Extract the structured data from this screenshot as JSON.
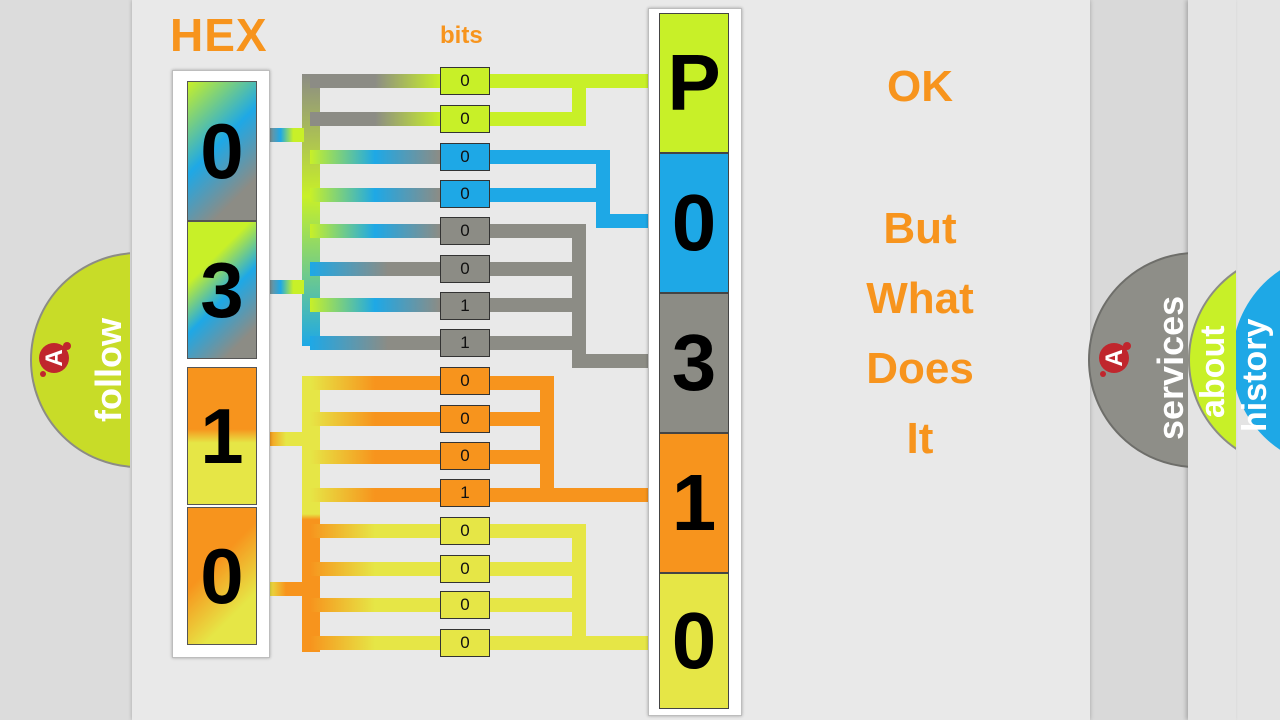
{
  "title": "HEX",
  "bits_label": "bits",
  "hex_digits": [
    "0",
    "3",
    "1",
    "0"
  ],
  "bits": [
    "0",
    "0",
    "0",
    "0",
    "0",
    "0",
    "1",
    "1",
    "0",
    "0",
    "0",
    "1",
    "0",
    "0",
    "0",
    "0"
  ],
  "result_chars": [
    "P",
    "0",
    "3",
    "1",
    "0"
  ],
  "side_lines": [
    "OK",
    "But",
    "What",
    "Does",
    "It"
  ],
  "tabs": {
    "follow": "follow",
    "services": "services",
    "about": "about",
    "history": "history"
  },
  "logo_letter": "A",
  "colors": {
    "orange": "#f7941d",
    "lime": "#c8f028",
    "blue": "#1ea8e6",
    "gray": "#8c8c85",
    "yellow": "#e6e646",
    "tab_gray": "#8e8e88"
  }
}
